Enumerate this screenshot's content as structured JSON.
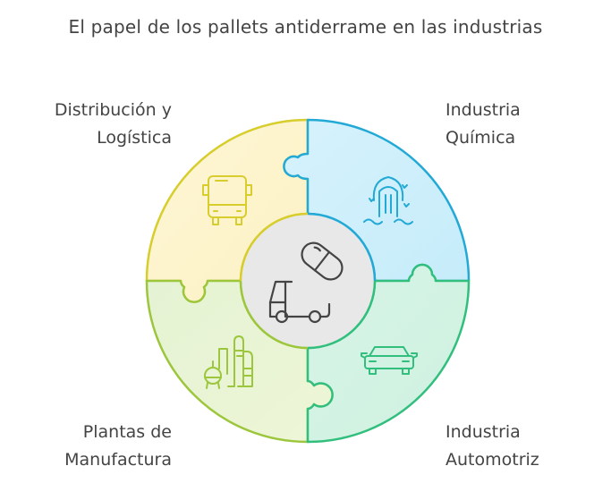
{
  "title": "El papel de los pallets antiderrame en las industrias",
  "center": {
    "icon": "truck-and-capsule-icon"
  },
  "quadrants": [
    {
      "position": "top-left",
      "lines": [
        "Distribución y",
        "Logística"
      ],
      "icon": "bus-icon",
      "fill": "#fdf5cf",
      "stroke": "#d7cd2c"
    },
    {
      "position": "top-right",
      "lines": [
        "Industria",
        "Química"
      ],
      "icon": "chemical-drain-icon",
      "fill": "#cdeffb",
      "stroke": "#22a9d6"
    },
    {
      "position": "bottom-left",
      "lines": [
        "Plantas de",
        "Manufactura"
      ],
      "icon": "refinery-icon",
      "fill": "#e7f4d3",
      "stroke": "#9cc63c"
    },
    {
      "position": "bottom-right",
      "lines": [
        "Industria",
        "Automotriz"
      ],
      "icon": "car-icon",
      "fill": "#d3f3e3",
      "stroke": "#32bf7e"
    }
  ],
  "colors": {
    "text": "#444444",
    "center_fill": "#e8e8e8",
    "center_icon": "#444444"
  }
}
